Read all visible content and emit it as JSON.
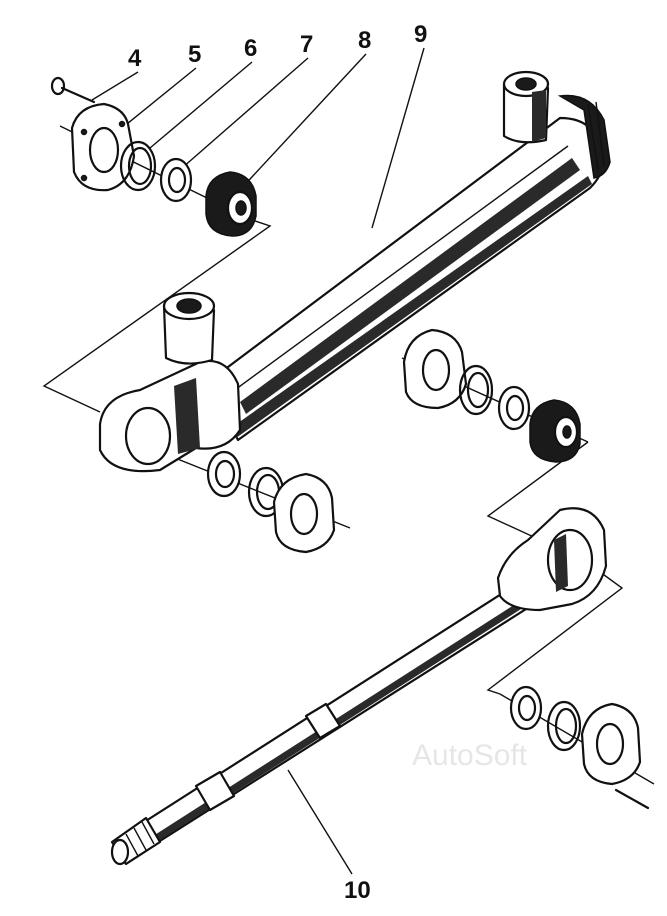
{
  "callouts": {
    "c4": "4",
    "c5": "5",
    "c6": "6",
    "c7": "7",
    "c8": "8",
    "c9": "9",
    "c10": "10"
  },
  "watermark": "AutoSoft",
  "colors": {
    "ink": "#111111",
    "paper": "#ffffff",
    "watermark": "#e6e6e6"
  }
}
